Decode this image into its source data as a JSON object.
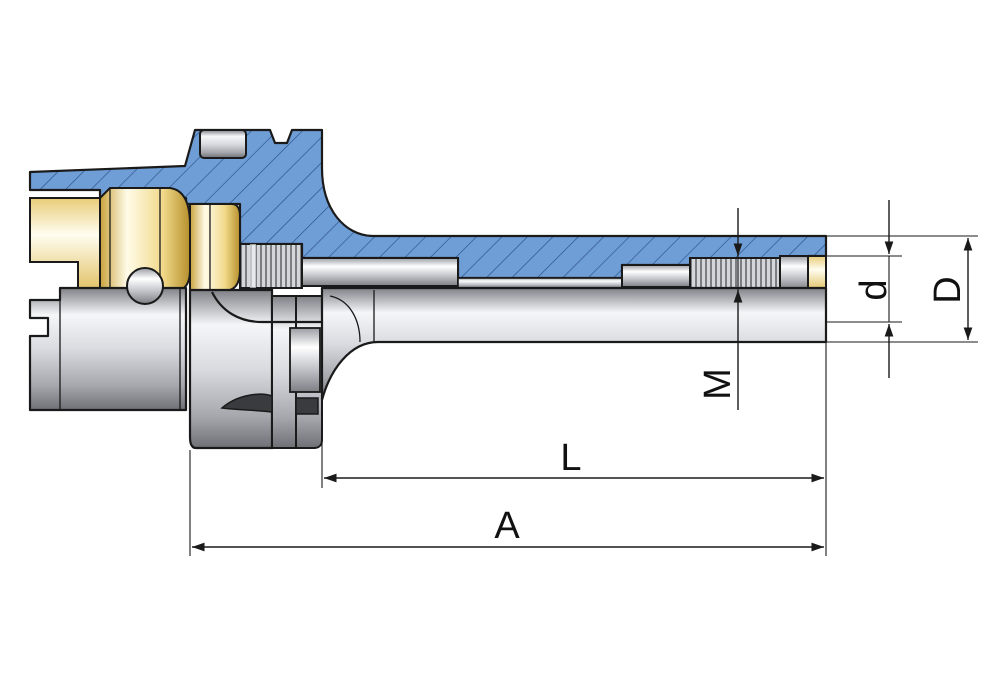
{
  "dimensions": {
    "A": "A",
    "L": "L",
    "d": "d",
    "D": "D",
    "M": "M"
  },
  "colors": {
    "section_fill": "#6f9ed6",
    "hatch": "#2a4f86",
    "steel_light": "#f2f3f5",
    "steel_dark": "#8e9096",
    "brass_light": "#fffbe8",
    "brass_dark": "#d7b24a",
    "line": "#1a1a1a"
  }
}
